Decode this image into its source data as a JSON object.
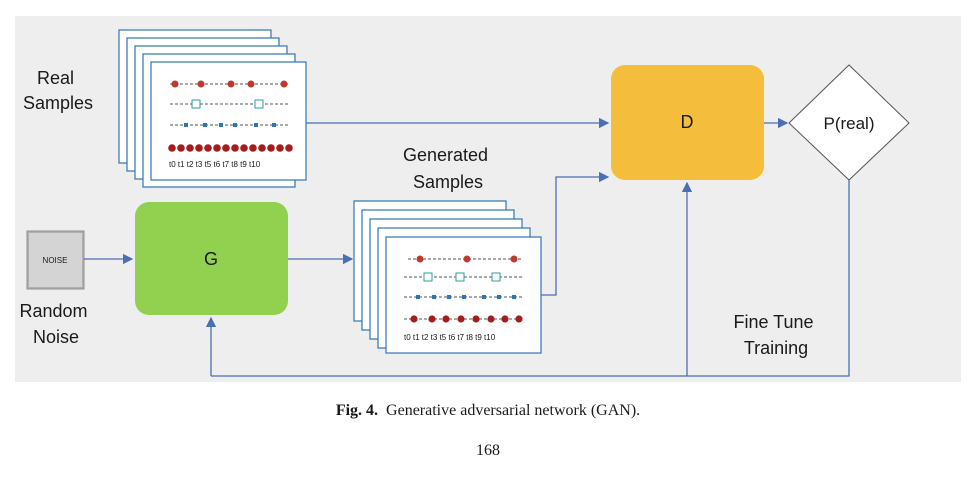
{
  "diagram": {
    "real_samples_label": [
      "Real",
      "Samples"
    ],
    "generated_samples_label": [
      "Generated",
      "Samples"
    ],
    "random_noise_label": [
      "Random",
      "Noise"
    ],
    "noise_box_label": "NOISE",
    "generator_label": "G",
    "discriminator_label": "D",
    "output_label": "P(real)",
    "fine_tune_label": [
      "Fine Tune",
      "Training"
    ],
    "time_ticks": "t0 t1 t2 t3 t5 t6 t7 t8 t9 t10",
    "colors": {
      "background": "#eeeeee",
      "generator": "#92d050",
      "discriminator": "#f4bd3b",
      "arrow": "#4a6fb5",
      "card_border": "#2e75b6",
      "dot": "#c0392b",
      "square": "#2e9e9e"
    }
  },
  "caption": {
    "figure_number": "Fig. 4.",
    "text": "Generative adversarial network (GAN)."
  },
  "page_number": "168"
}
